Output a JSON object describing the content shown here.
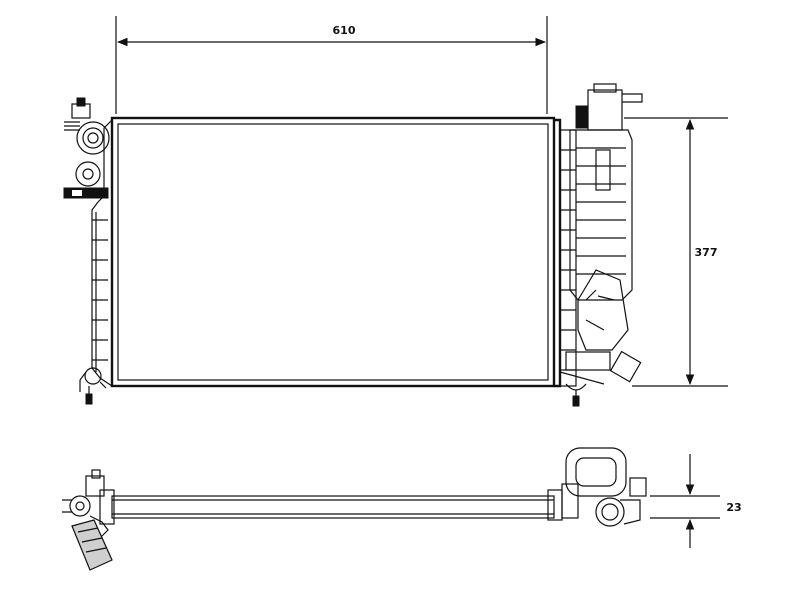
{
  "dimensions": {
    "width_label": "610",
    "height_label": "377",
    "thickness_label": "23"
  }
}
